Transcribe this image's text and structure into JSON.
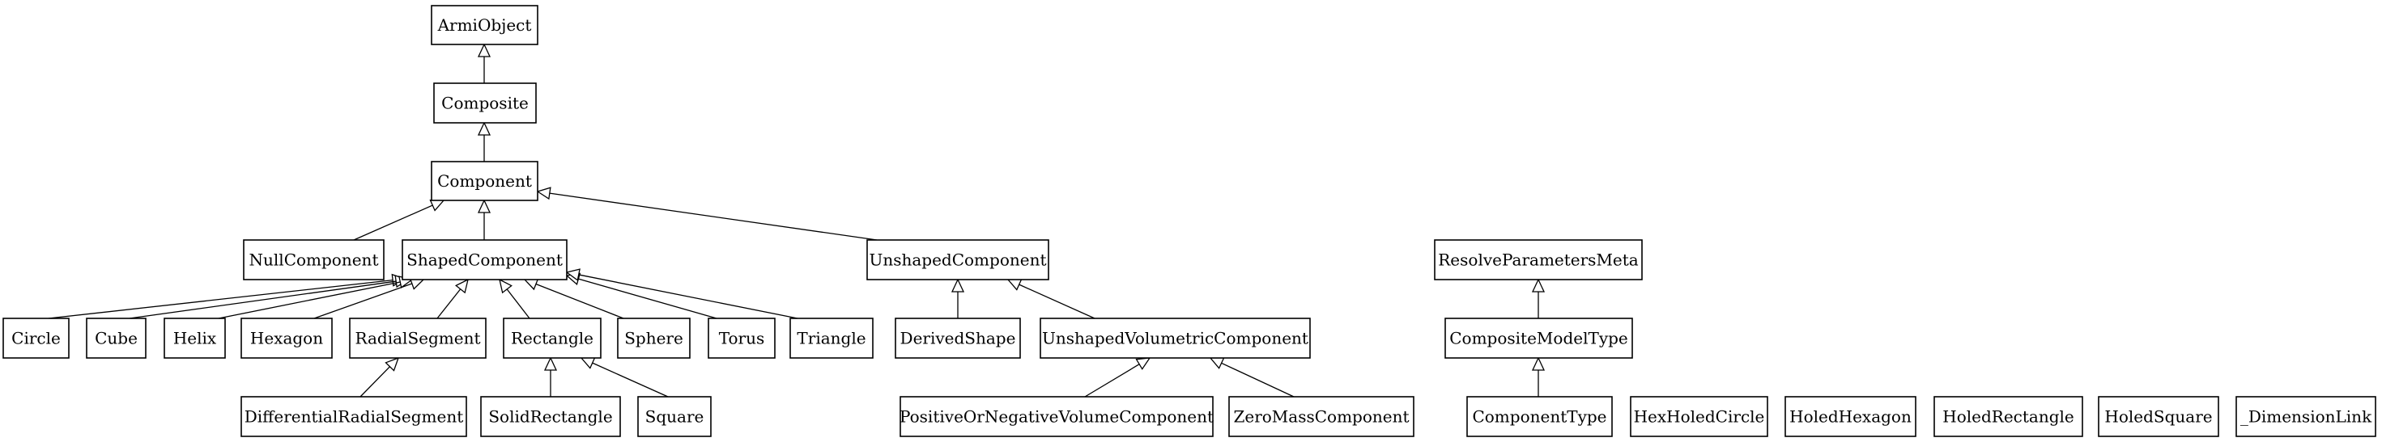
{
  "diagram": {
    "nodes": [
      {
        "id": "ArmiObject",
        "label": "ArmiObject"
      },
      {
        "id": "Composite",
        "label": "Composite"
      },
      {
        "id": "Component",
        "label": "Component"
      },
      {
        "id": "NullComponent",
        "label": "NullComponent"
      },
      {
        "id": "ShapedComponent",
        "label": "ShapedComponent"
      },
      {
        "id": "UnshapedComponent",
        "label": "UnshapedComponent"
      },
      {
        "id": "Circle",
        "label": "Circle"
      },
      {
        "id": "Cube",
        "label": "Cube"
      },
      {
        "id": "Helix",
        "label": "Helix"
      },
      {
        "id": "Hexagon",
        "label": "Hexagon"
      },
      {
        "id": "RadialSegment",
        "label": "RadialSegment"
      },
      {
        "id": "Rectangle",
        "label": "Rectangle"
      },
      {
        "id": "Sphere",
        "label": "Sphere"
      },
      {
        "id": "Torus",
        "label": "Torus"
      },
      {
        "id": "Triangle",
        "label": "Triangle"
      },
      {
        "id": "DerivedShape",
        "label": "DerivedShape"
      },
      {
        "id": "UnshapedVolumetricComponent",
        "label": "UnshapedVolumetricComponent"
      },
      {
        "id": "DifferentialRadialSegment",
        "label": "DifferentialRadialSegment"
      },
      {
        "id": "SolidRectangle",
        "label": "SolidRectangle"
      },
      {
        "id": "Square",
        "label": "Square"
      },
      {
        "id": "PositiveOrNegativeVolumeComponent",
        "label": "PositiveOrNegativeVolumeComponent"
      },
      {
        "id": "ZeroMassComponent",
        "label": "ZeroMassComponent"
      },
      {
        "id": "ResolveParametersMeta",
        "label": "ResolveParametersMeta"
      },
      {
        "id": "CompositeModelType",
        "label": "CompositeModelType"
      },
      {
        "id": "ComponentType",
        "label": "ComponentType"
      },
      {
        "id": "HexHoledCircle",
        "label": "HexHoledCircle"
      },
      {
        "id": "HoledHexagon",
        "label": "HoledHexagon"
      },
      {
        "id": "HoledRectangle",
        "label": "HoledRectangle"
      },
      {
        "id": "HoledSquare",
        "label": "HoledSquare"
      },
      {
        "id": "_DimensionLink",
        "label": "_DimensionLink"
      }
    ],
    "edges": [
      {
        "child": "Composite",
        "parent": "ArmiObject"
      },
      {
        "child": "Component",
        "parent": "Composite"
      },
      {
        "child": "NullComponent",
        "parent": "Component"
      },
      {
        "child": "ShapedComponent",
        "parent": "Component"
      },
      {
        "child": "UnshapedComponent",
        "parent": "Component"
      },
      {
        "child": "Circle",
        "parent": "ShapedComponent"
      },
      {
        "child": "Cube",
        "parent": "ShapedComponent"
      },
      {
        "child": "Helix",
        "parent": "ShapedComponent"
      },
      {
        "child": "Hexagon",
        "parent": "ShapedComponent"
      },
      {
        "child": "RadialSegment",
        "parent": "ShapedComponent"
      },
      {
        "child": "Rectangle",
        "parent": "ShapedComponent"
      },
      {
        "child": "Sphere",
        "parent": "ShapedComponent"
      },
      {
        "child": "Torus",
        "parent": "ShapedComponent"
      },
      {
        "child": "Triangle",
        "parent": "ShapedComponent"
      },
      {
        "child": "DerivedShape",
        "parent": "UnshapedComponent"
      },
      {
        "child": "UnshapedVolumetricComponent",
        "parent": "UnshapedComponent"
      },
      {
        "child": "DifferentialRadialSegment",
        "parent": "RadialSegment"
      },
      {
        "child": "SolidRectangle",
        "parent": "Rectangle"
      },
      {
        "child": "Square",
        "parent": "Rectangle"
      },
      {
        "child": "PositiveOrNegativeVolumeComponent",
        "parent": "UnshapedVolumetricComponent"
      },
      {
        "child": "ZeroMassComponent",
        "parent": "UnshapedVolumetricComponent"
      },
      {
        "child": "CompositeModelType",
        "parent": "ResolveParametersMeta"
      },
      {
        "child": "ComponentType",
        "parent": "CompositeModelType"
      }
    ]
  }
}
